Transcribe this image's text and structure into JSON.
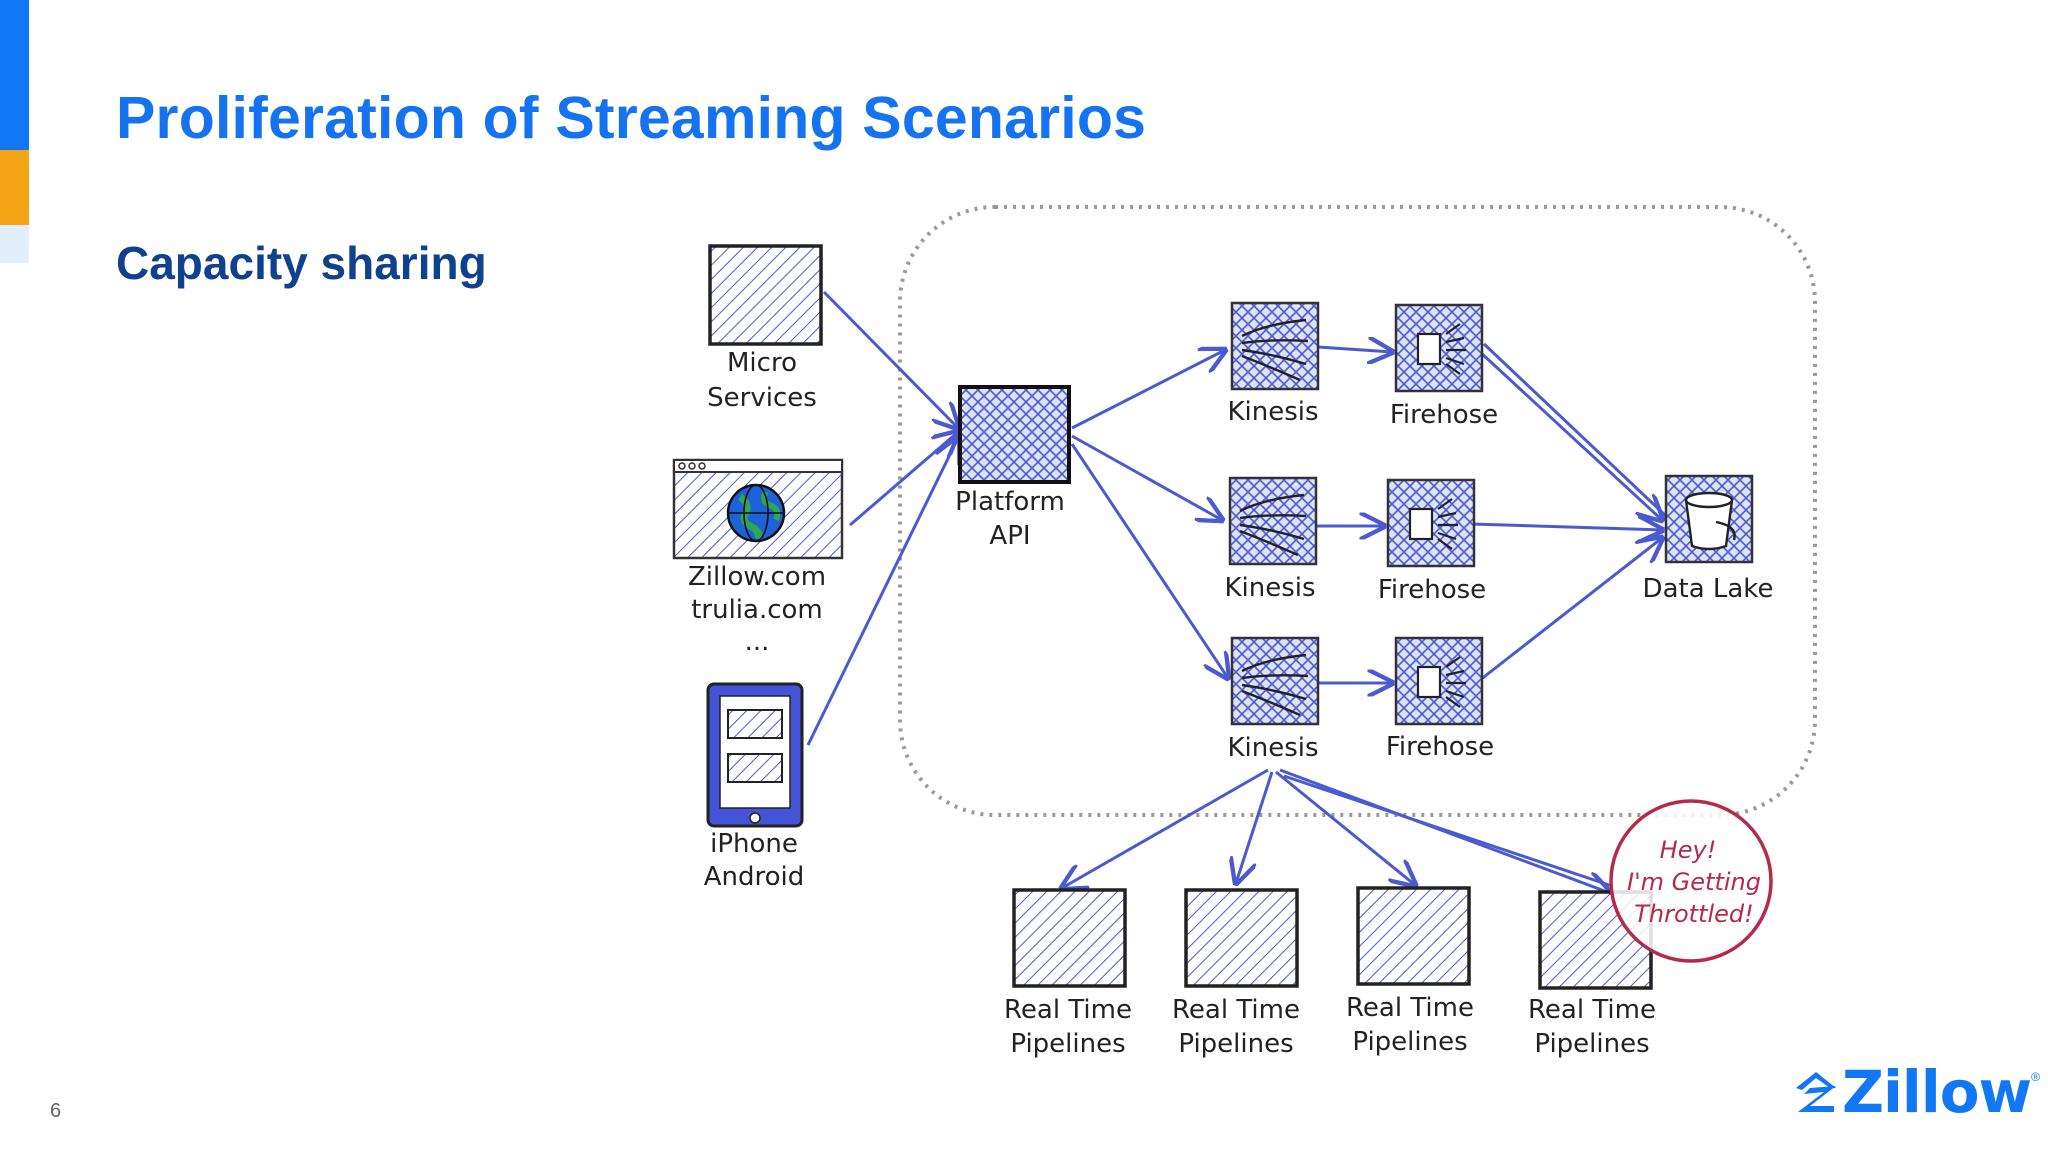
{
  "slide": {
    "title": "Proliferation of Streaming Scenarios",
    "subtitle": "Capacity sharing",
    "page_number": "6",
    "logo_text": "Zillow",
    "logo_mark": "®"
  },
  "colors": {
    "title_blue": "#1673f0",
    "subtitle_navy": "#10418f",
    "accent_blue": "#1277f5",
    "accent_orange": "#f5a418",
    "diagram_stroke": "#4b5ad1",
    "throttle_red": "#b52a4b"
  },
  "diagram": {
    "sources": [
      {
        "id": "micro-services",
        "icon": "hatched-box",
        "lines": [
          "Micro",
          "Services"
        ]
      },
      {
        "id": "websites",
        "icon": "browser-window-globe-icon",
        "lines": [
          "Zillow.com",
          "trulia.com",
          "..."
        ]
      },
      {
        "id": "mobile",
        "icon": "phone-icon",
        "lines": [
          "iPhone",
          "Android"
        ]
      }
    ],
    "platform_api": {
      "icon": "crosshatched-box",
      "lines": [
        "Platform",
        "API"
      ]
    },
    "kinesis_label": "Kinesis",
    "firehose_label": "Firehose",
    "data_lake": {
      "icon": "bucket-icon",
      "label": "Data Lake"
    },
    "pipelines": [
      {
        "lines": [
          "Real Time",
          "Pipelines"
        ]
      },
      {
        "lines": [
          "Real Time",
          "Pipelines"
        ]
      },
      {
        "lines": [
          "Real Time",
          "Pipelines"
        ]
      },
      {
        "lines": [
          "Real Time",
          "Pipelines"
        ]
      }
    ],
    "throttle_note": {
      "lines": [
        "Hey!",
        "I'm Getting",
        "Throttled!"
      ]
    }
  }
}
